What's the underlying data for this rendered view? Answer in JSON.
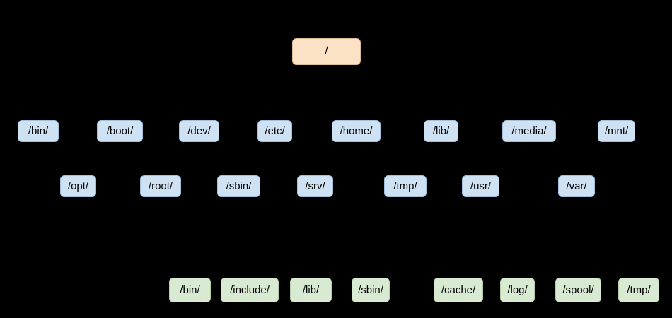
{
  "diagram": {
    "type": "tree",
    "root_label": "/",
    "top_level_row1": [
      "/bin/",
      "/boot/",
      "/dev/",
      "/etc/",
      "/home/",
      "/lib/",
      "/media/",
      "/mnt/"
    ],
    "top_level_row2": [
      "/opt/",
      "/root/",
      "/sbin/",
      "/srv/",
      "/tmp/",
      "/usr/",
      "/var/"
    ],
    "usr_children": [
      "/bin/",
      "/include/",
      "/lib/",
      "/sbin/"
    ],
    "var_children": [
      "/cache/",
      "/log/",
      "/spool/",
      "/tmp/"
    ],
    "colors": {
      "background": "#000000",
      "root_fill": "#fbe2c5",
      "root_border": "#dcbd95",
      "top_level_fill": "#cfe2f3",
      "top_level_border": "#a2c0dc",
      "child_fill": "#d9ead3",
      "child_border": "#b2cda7",
      "text": "#000000",
      "connector": "#000000"
    }
  }
}
